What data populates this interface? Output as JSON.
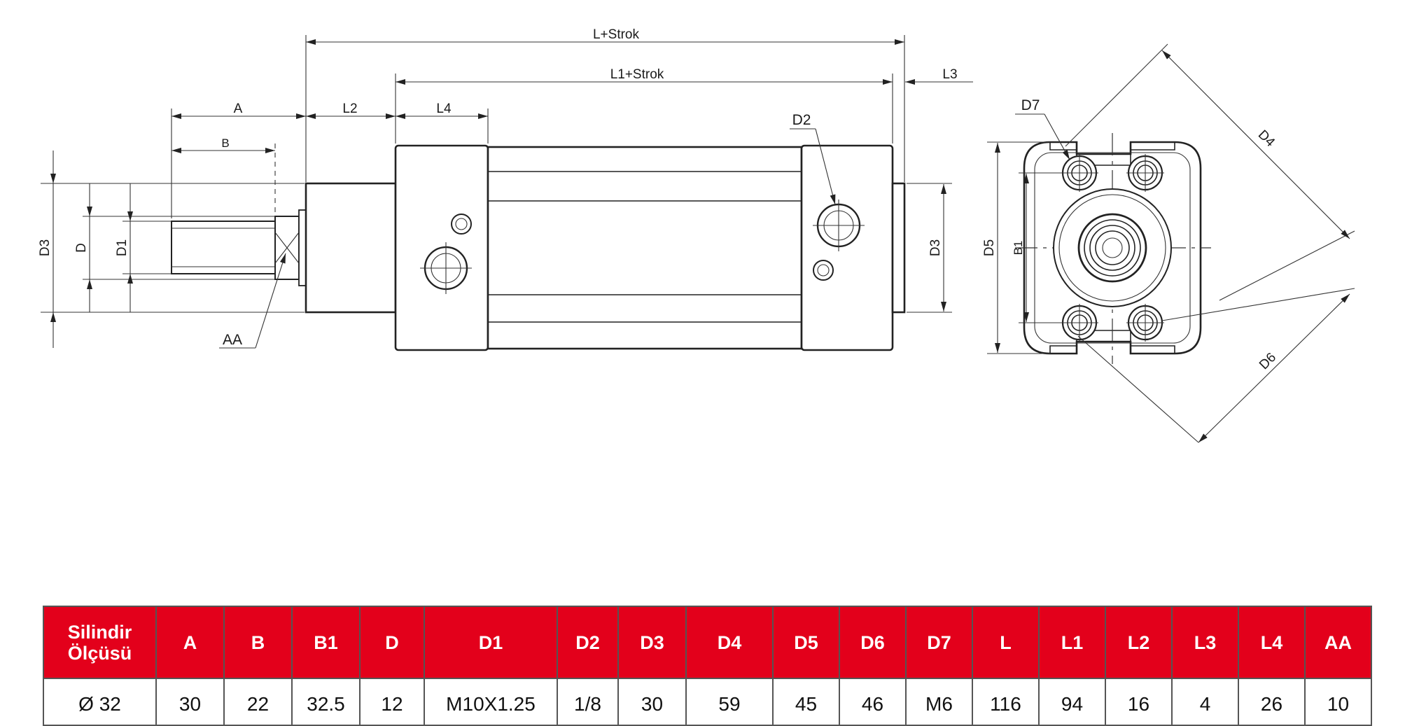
{
  "drawing": {
    "labels": {
      "l_strok": "L+Strok",
      "l1_strok": "L1+Strok",
      "l3": "L3",
      "a": "A",
      "l2": "L2",
      "l4": "L4",
      "b": "B",
      "d2": "D2",
      "d3_left": "D3",
      "d": "D",
      "d1": "D1",
      "aa": "AA",
      "d3_right": "D3",
      "d7": "D7",
      "d4": "D4",
      "d5": "D5",
      "b1": "B1",
      "d6": "D6"
    }
  },
  "table": {
    "headers": [
      "Silindir\nÖlçüsü",
      "A",
      "B",
      "B1",
      "D",
      "D1",
      "D2",
      "D3",
      "D4",
      "D5",
      "D6",
      "D7",
      "L",
      "L1",
      "L2",
      "L3",
      "L4",
      "AA"
    ],
    "rows": [
      [
        "Ø 32",
        "30",
        "22",
        "32.5",
        "12",
        "M10X1.25",
        "1/8",
        "30",
        "59",
        "45",
        "46",
        "M6",
        "116",
        "94",
        "16",
        "4",
        "26",
        "10"
      ]
    ],
    "colors": {
      "header_bg": "#e3001b",
      "header_text": "#ffffff",
      "border": "#555555"
    }
  }
}
